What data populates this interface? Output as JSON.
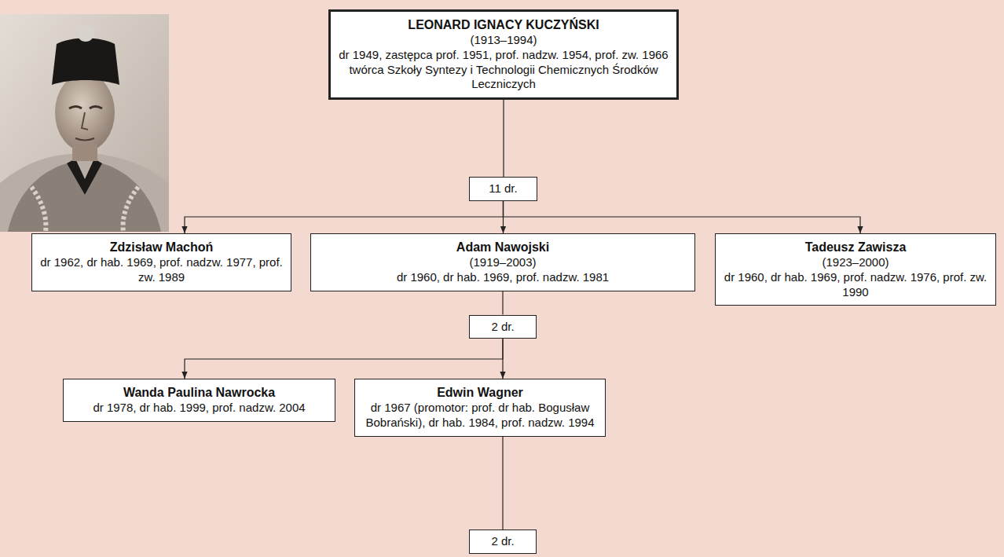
{
  "diagram": {
    "nodes": [
      {
        "text": [
          "LEONARD IGNACY KUCZYŃSKI",
          "(1913–1994)",
          "dr 1949, zastępca prof. 1951, prof. nadzw. 1954, prof. zw. 1966",
          "twórca Szkoły Syntezy i Technologii Chemicznych Środków Leczniczych"
        ]
      },
      {
        "text": [
          "11 dr."
        ]
      },
      {
        "text": [
          "Zdzisław Machoń",
          "dr 1962, dr hab. 1969, prof. nadzw. 1977, prof. zw. 1989"
        ]
      },
      {
        "text": [
          "Adam Nawojski",
          "(1919–2003)",
          "dr 1960, dr hab. 1969, prof. nadzw. 1981"
        ]
      },
      {
        "text": [
          "Tadeusz Zawisza",
          "(1923–2000)",
          "dr 1960, dr hab. 1969, prof. nadzw. 1976, prof. zw. 1990"
        ]
      },
      {
        "text": [
          "2 dr."
        ]
      },
      {
        "text": [
          "Wanda Paulina Nawrocka",
          "dr 1978, dr hab. 1999, prof. nadzw. 2004"
        ]
      },
      {
        "text": [
          "Edwin Wagner",
          "dr 1967 (promotor: prof. dr hab. Bogusław Bobrański), dr hab. 1984, prof. nadzw. 1994"
        ]
      },
      {
        "text": [
          "2 dr."
        ]
      }
    ],
    "edges": [
      {
        "from": 0,
        "to": 1,
        "arrow": "none"
      },
      {
        "from": 1,
        "to": 2,
        "arrow": "to"
      },
      {
        "from": 1,
        "to": 3,
        "arrow": "to"
      },
      {
        "from": 1,
        "to": 4,
        "arrow": "to"
      },
      {
        "from": 3,
        "to": 5,
        "arrow": "none"
      },
      {
        "from": 5,
        "to": 6,
        "arrow": "to"
      },
      {
        "from": 5,
        "to": 7,
        "arrow": "to"
      },
      {
        "from": 7,
        "to": 8,
        "arrow": "none"
      }
    ]
  }
}
